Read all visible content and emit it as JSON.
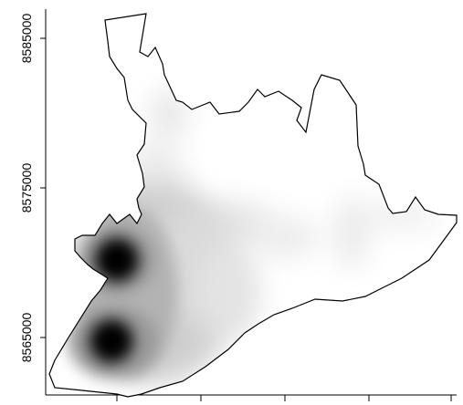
{
  "map": {
    "type": "density-heatmap",
    "colors": {
      "background": "#ffffff",
      "boundary_stroke": "#000000",
      "hotspot": "#000000",
      "low_density": "#f2f2f2"
    },
    "y_axis": {
      "ticks": [
        {
          "value": 8565000,
          "label": "8565000"
        },
        {
          "value": 8575000,
          "label": "8575000"
        },
        {
          "value": 8585000,
          "label": "8585000"
        }
      ]
    },
    "x_axis": {
      "tick_count": 5,
      "tick_labels_visible": false
    },
    "hotspots": [
      {
        "name": "upper-west-hotspot",
        "intensity": 1.0
      },
      {
        "name": "lower-west-hotspot",
        "intensity": 1.0
      }
    ]
  }
}
